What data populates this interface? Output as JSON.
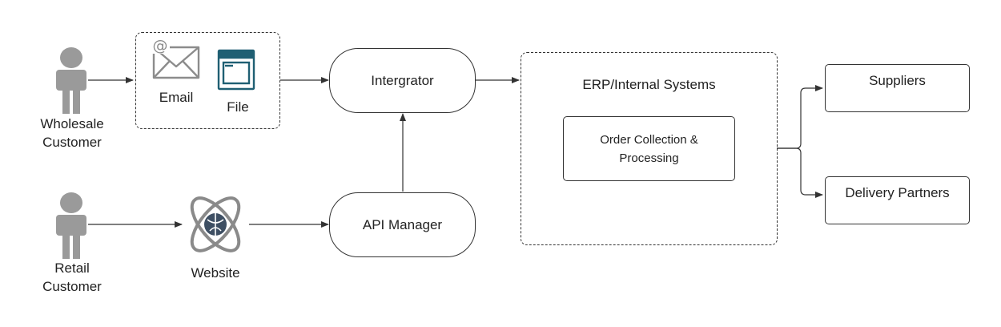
{
  "actors": {
    "wholesale": [
      "Wholesale",
      "Customer"
    ],
    "retail": [
      "Retail",
      "Customer"
    ]
  },
  "channels": {
    "email": "Email",
    "file": "File",
    "website": "Website"
  },
  "nodes": {
    "integrator": "Intergrator",
    "api_manager": "API Manager",
    "erp_title": "ERP/Internal Systems",
    "order_processing": [
      "Order Collection &",
      "Processing"
    ],
    "suppliers": "Suppliers",
    "delivery_partners": "Delivery Partners"
  },
  "icons": {
    "person": "person-icon",
    "email": "email-icon",
    "file": "file-window-icon",
    "website": "globe-orbit-icon"
  },
  "colors": {
    "person": "#9a9a9a",
    "email": "#8c8c8c",
    "file": "#1f5f73",
    "website_orbit": "#8a8a8a",
    "website_core": "#3e4f63",
    "line": "#333333"
  }
}
